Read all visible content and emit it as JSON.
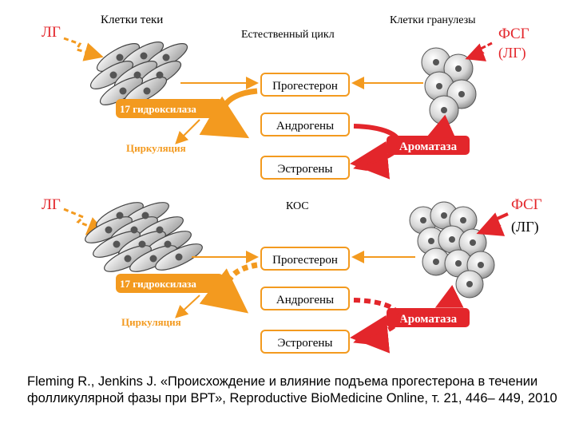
{
  "top": {
    "lh": "ЛГ",
    "theca_title": "Клетки теки",
    "cycle_title": "Естественный цикл",
    "granulosa_title": "Клетки гранулезы",
    "fsh": "ФСГ",
    "lh_paren": "(ЛГ)",
    "enzyme": "17 гидроксилаза",
    "circulation": "Циркуляция",
    "progesterone": "Прогестерон",
    "androgens": "Андрогены",
    "estrogens": "Эстрогены",
    "aromatase": "Ароматаза"
  },
  "bottom": {
    "lh": "ЛГ",
    "cycle_title": "КОС",
    "fsh": "ФСГ",
    "lh_paren": "(ЛГ)",
    "enzyme": "17 гидроксилаза",
    "circulation": "Циркуляция",
    "progesterone": "Прогестерон",
    "androgens": "Андрогены",
    "estrogens": "Эстрогены",
    "aromatase": "Ароматаза"
  },
  "caption": "Fleming R., Jenkins J. «Происхождение и влияние подъема прогестерона в течении фолликулярной фазы при ВРТ», Reproductive BioMedicine Online, т. 21, 446– 449, 2010",
  "colors": {
    "orange": "#f39a1f",
    "red": "#e3262b",
    "cell_gray": "#c9c9c9",
    "nucleus": "#555555"
  }
}
